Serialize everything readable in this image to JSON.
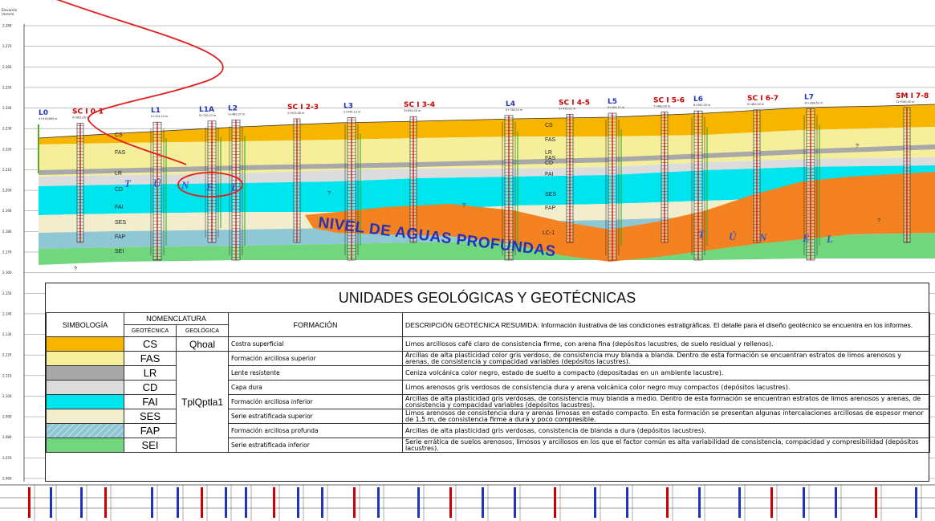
{
  "y_axis": {
    "title_line1": "Elevación",
    "title_line2": "(msnm)",
    "ticks": [
      "2,280",
      "2,270",
      "2,260",
      "2,250",
      "2,240",
      "2,230",
      "2,220",
      "2,210",
      "2,200",
      "2,190",
      "2,180",
      "2,170",
      "2,160",
      "2,150",
      "2,140",
      "2,130",
      "2,120",
      "2,110",
      "2,100",
      "2,090",
      "2,080",
      "2,070",
      "2,060"
    ]
  },
  "boreholes": [
    {
      "label": "L0",
      "sub": "0+016,864 m",
      "color": "blue"
    },
    {
      "label": "SC I 0-1",
      "sub": "0+081,00 m",
      "color": "red"
    },
    {
      "label": "L1",
      "sub": "0+124,24 m",
      "color": "blue"
    },
    {
      "label": "L1A",
      "sub": "0+720,37 m",
      "color": "blue"
    },
    {
      "label": "L2",
      "sub": "1+480,37 m",
      "color": "blue"
    },
    {
      "label": "SC I 2-3",
      "sub": "2+003,48 m",
      "color": "red"
    },
    {
      "label": "L3",
      "sub": "2+044,13 m",
      "color": "blue"
    },
    {
      "label": "SC I 3-4",
      "sub": "3+004,00 m",
      "color": "red"
    },
    {
      "label": "L4",
      "sub": "4+738,24 m",
      "color": "blue"
    },
    {
      "label": "SC I 4-5",
      "sub": "5+410,02 m",
      "color": "red"
    },
    {
      "label": "L5",
      "sub": "6+100,71 m",
      "color": "blue"
    },
    {
      "label": "SC I 5-6",
      "sub": "7+480,00 m",
      "color": "red"
    },
    {
      "label": "L6",
      "sub": "8+400,30 m",
      "color": "blue"
    },
    {
      "label": "SC I 6-7",
      "sub": "9+480,00 m",
      "color": "red"
    },
    {
      "label": "L7",
      "sub": "10+388,52 m",
      "color": "blue"
    },
    {
      "label": "SM I 7-8",
      "sub": "11+080,00 m",
      "color": "red"
    }
  ],
  "section_codes": {
    "left": [
      "CS",
      "FAS",
      "LR",
      "CD",
      "FAI",
      "SES",
      "FAP",
      "SEI"
    ],
    "middle": [
      "CS",
      "FAS",
      "LR",
      "FAS",
      "CD",
      "FAI",
      "SES",
      "FAP"
    ]
  },
  "annotations": {
    "nivel": "NIVEL DE AGUAS PROFUNDAS",
    "lc1": "LC-1",
    "tunel_left": [
      "T",
      "Ú",
      "N",
      "E",
      "L"
    ],
    "tunel_right": [
      "T",
      "Ú",
      "N",
      "E",
      "L"
    ],
    "question": "?"
  },
  "legend": {
    "title": "UNIDADES GEOLÓGICAS Y GEOTÉCNICAS",
    "headers": {
      "simbologia": "SIMBOLOGÍA",
      "nomenclatura": "NOMENCLATURA",
      "geotecnica": "GEOTÉCNICA",
      "geologica": "GEOLÓGICA",
      "formacion": "FORMACIÓN",
      "descripcion": "DESCRIPCIÓN GEOTÉCNICA RESUMIDA:  Información ilustrativa de las condiciones estratigráficas. El detalle para el diseño geotécnico se encuentra en los informes."
    },
    "geologic_units": {
      "qhoal": "Qhoal",
      "tplqptla1": "TplQptla1"
    },
    "rows": [
      {
        "code": "CS",
        "color": "#f7b500",
        "formation": "Costra superficial",
        "description": "Limos arcillosos café claro de consistencia firme, con arena fina (depósitos lacustres, de suelo residual y rellenos)."
      },
      {
        "code": "FAS",
        "color": "#f5ef9c",
        "formation": "Formación arcillosa superior",
        "description": "Arcillas de alta plasticidad color gris verdoso, de consistencia muy blanda a blanda. Dentro de esta formación se encuentran estratos de limos arenosos y arenas, de consistencia y compacidad variables (depósitos lacustres)."
      },
      {
        "code": "LR",
        "color": "#a8a8a8",
        "formation": "Lente resistente",
        "description": "Ceniza volcánica color negro, estado de suelto a compacto (depositadas en un ambiente lacustre)."
      },
      {
        "code": "CD",
        "color": "#dcdcdc",
        "formation": "Capa dura",
        "description": "Limos arenosos gris verdosos de consistencia dura y arena volcánica color negro muy compactos (depósitos lacustres)."
      },
      {
        "code": "FAI",
        "color": "#00e4ee",
        "formation": "Formación arcillosa inferior",
        "description": "Arcillas de alta plasticidad gris verdosas, de consistencia muy blanda a medio. Dentro de esta formación se encuentran estratos de limos arenosos y arenas, de consistencia y compacidad variables (depósitos lacustres)."
      },
      {
        "code": "SES",
        "color": "#f2edcc",
        "formation": "Serie estratificada superior",
        "description": "Limos arenosos de consistencia dura y arenas limosas en estado compacto. En esta formación se presentan algunas intercalaciones arcillosas de espesor menor de 1,5 m, de consistencia firme a dura y poco compresible."
      },
      {
        "code": "FAP",
        "color": "#8fc8d4",
        "formation": "Formación arcillosa profunda",
        "description": "Arcillas de alta plasticidad gris verdosas, consistencia de blanda a dura (depósitos lacustres)."
      },
      {
        "code": "SEI",
        "color": "#72d67e",
        "formation": "Serie estratificada inferior",
        "description": "Serie errática de suelos arenosos, limosos y arcillosos en los que el factor común es alta variabilidad de consistencia, compacidad y compresibilidad (depósitos lacustres)."
      }
    ]
  },
  "colors": {
    "CS": "#f7b500",
    "FAS": "#f5ef9c",
    "LR": "#a8a8a8",
    "CD": "#dcdcdc",
    "FAI": "#00e4ee",
    "SES": "#f2edcc",
    "FAP": "#8fc8d4",
    "SEI": "#72d67e",
    "orange": "#f58220",
    "annotation_red": "#e02020",
    "title_blue": "#2233bb"
  }
}
